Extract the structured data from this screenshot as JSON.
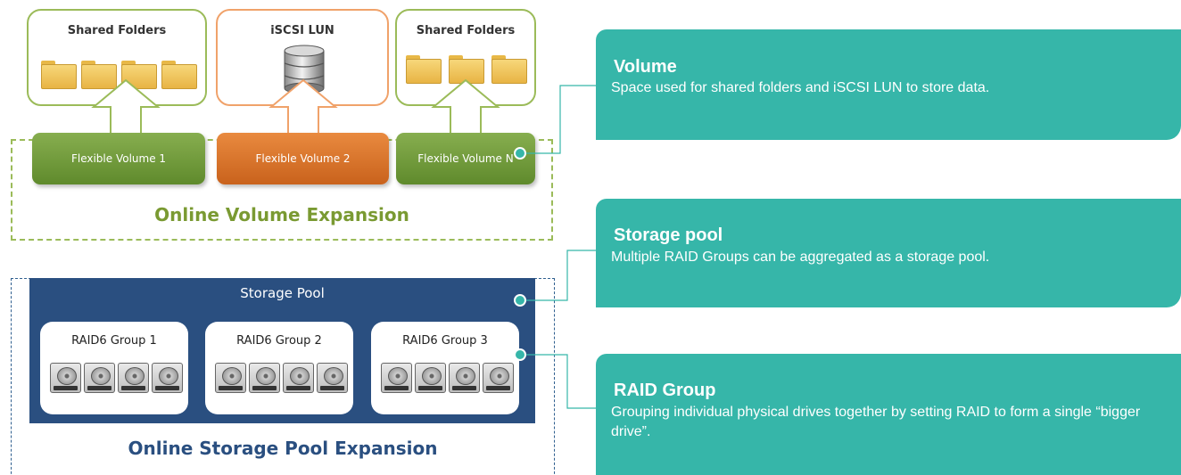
{
  "top_boxes": [
    {
      "title": "Shared Folders"
    },
    {
      "title": "iSCSI LUN"
    },
    {
      "title": "Shared Folders"
    }
  ],
  "volumes": [
    {
      "label": "Flexible Volume 1"
    },
    {
      "label": "Flexible Volume 2"
    },
    {
      "label": "Flexible Volume N"
    }
  ],
  "online_volume_expansion": "Online Volume Expansion",
  "storage_pool": {
    "title": "Storage Pool",
    "groups": [
      {
        "label": "RAID6 Group 1"
      },
      {
        "label": "RAID6 Group 2"
      },
      {
        "label": "RAID6 Group 3"
      }
    ]
  },
  "online_storage_pool_expansion": "Online Storage Pool Expansion",
  "cards": [
    {
      "title": "Volume",
      "description": "Space used for shared folders and iSCSI LUN to store data."
    },
    {
      "title": "Storage pool",
      "description": "Multiple RAID Groups can be aggregated as a storage pool."
    },
    {
      "title": "RAID Group",
      "description": "Grouping individual physical drives together by setting RAID to form a single “bigger drive”."
    }
  ],
  "colors": {
    "green": "#9bbb59",
    "orange": "#f0a26a",
    "pool_blue": "#2a4f80",
    "teal": "#36b6a9"
  }
}
